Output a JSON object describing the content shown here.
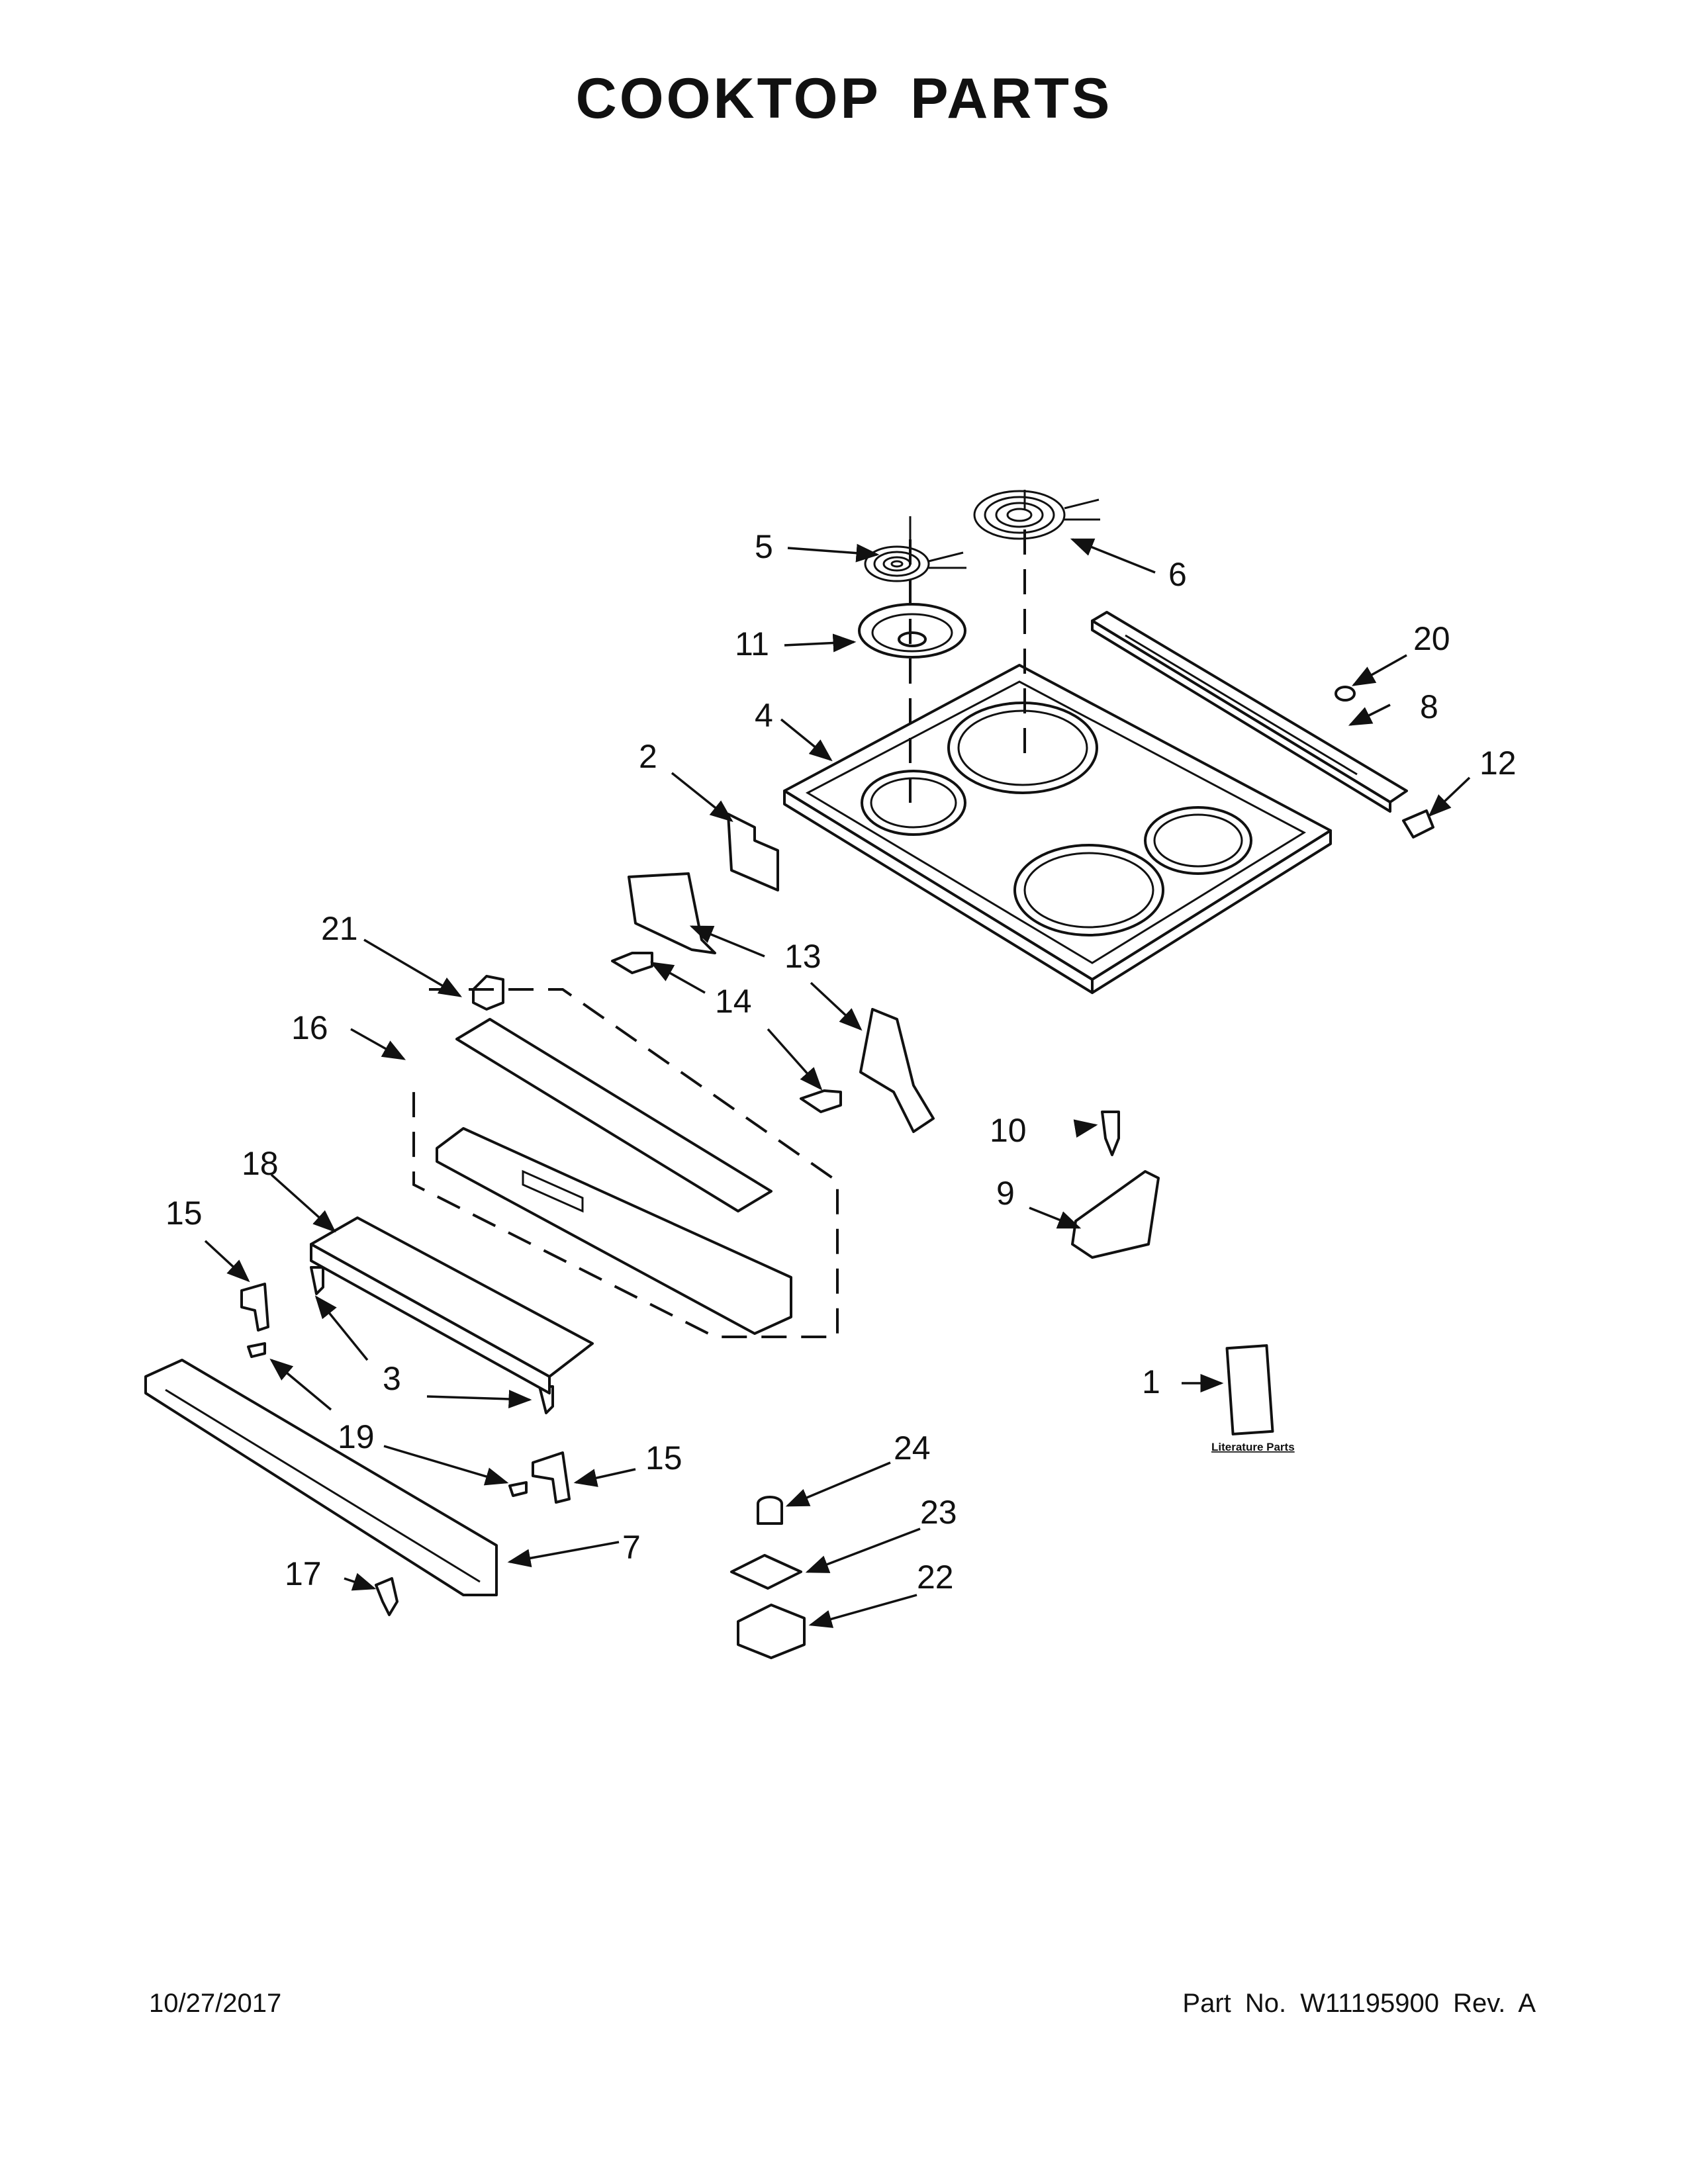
{
  "page": {
    "title": "COOKTOP PARTS",
    "date": "10/27/2017",
    "part_number_text": "Part No.  W11195900  Rev.  A"
  },
  "callouts": {
    "c1": "1",
    "c2": "2",
    "c3": "3",
    "c4": "4",
    "c5": "5",
    "c6": "6",
    "c7": "7",
    "c8": "8",
    "c9": "9",
    "c10": "10",
    "c11": "11",
    "c12": "12",
    "c13": "13",
    "c14": "14",
    "c15a": "15",
    "c15b": "15",
    "c16": "16",
    "c17": "17",
    "c18": "18",
    "c19": "19",
    "c20": "20",
    "c21": "21",
    "c22": "22",
    "c23": "23",
    "c24": "24"
  },
  "literature_label": "Literature Parts"
}
